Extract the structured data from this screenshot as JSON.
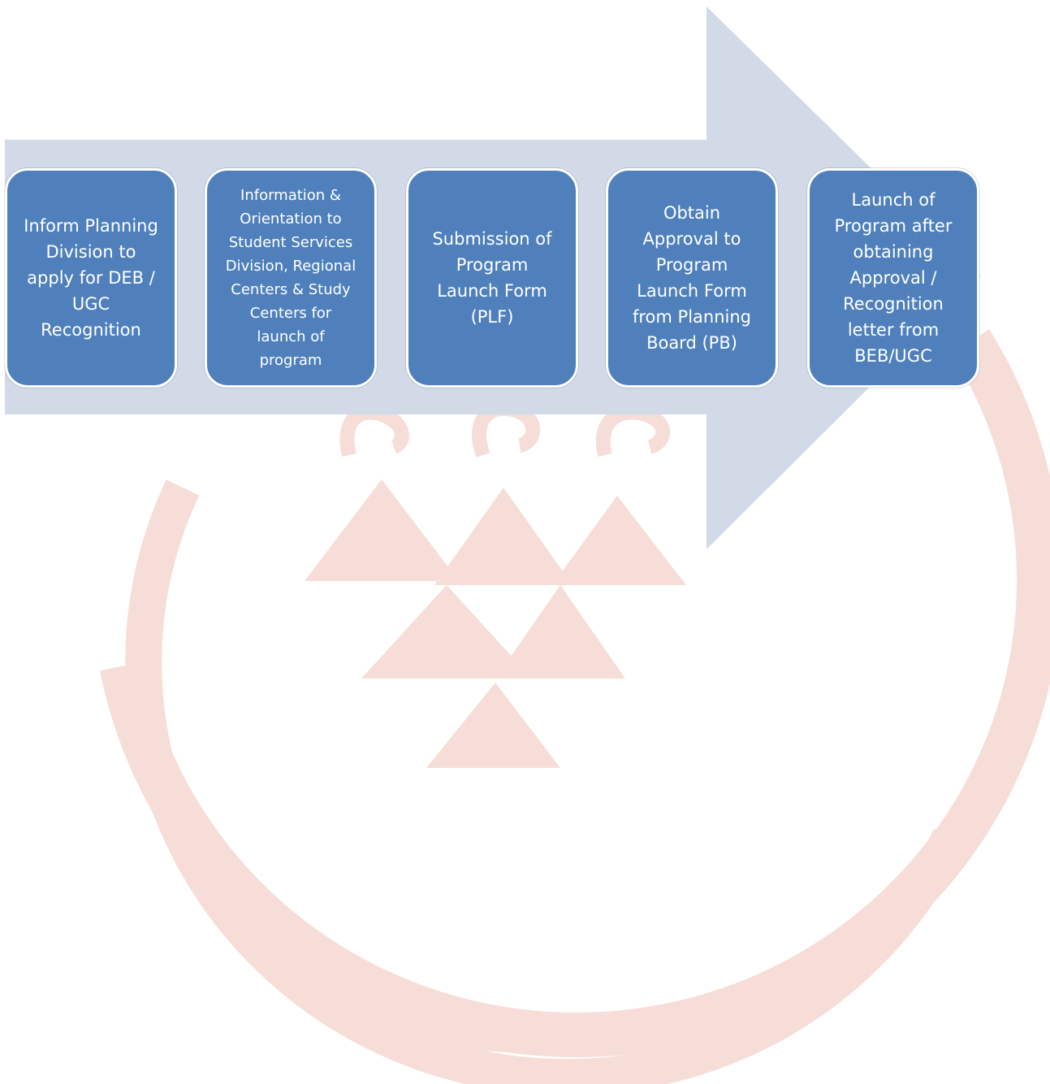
{
  "colors": {
    "arrow": "#d2d9e7",
    "box": "#4f80bb",
    "box_text": "#ffffff",
    "watermark": "#f7ddd8"
  },
  "steps": [
    {
      "text": "Inform Planning\nDivision  to\napply for DEB /\nUGC\nRecognition"
    },
    {
      "text": "Information  &\nOrientation to\nStudent Services\nDivision, Regional\nCenters &  Study\nCenters for\nlaunch of\nprogram"
    },
    {
      "text": "Submission of\nProgram\nLaunch Form\n(PLF)"
    },
    {
      "text": "Obtain\nApproval to\nProgram\nLaunch Form\nfrom Planning\nBoard (PB)"
    },
    {
      "text": "Launch of\nProgram after\nobtaining\nApproval /\nRecognition\nletter from\nBEB/UGC"
    }
  ]
}
